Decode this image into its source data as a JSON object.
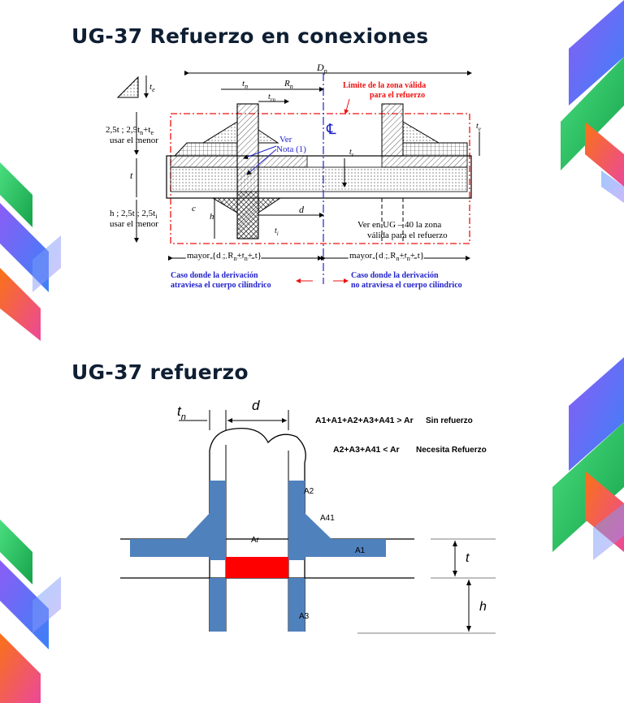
{
  "slide": {
    "title_top": "UG-37  Refuerzo en conexiones",
    "title_bottom": "UG-37 refuerzo"
  },
  "diagram_top": {
    "labels": {
      "dp": "D",
      "dp_sub": "p",
      "tn": "t",
      "tn_sub": "n",
      "rn": "R",
      "rn_sub": "n",
      "trn": "t",
      "trn_sub": "rn",
      "te_corner": "t",
      "te_corner_sub": "e",
      "te_right": "t",
      "te_right_sub": "e",
      "limite_1": "Limite de la zona válida",
      "limite_2": "para el refuerzo",
      "left_top_1": "2,5t ;  2,5t",
      "left_top_1b": "n",
      "left_top_1c": "+t",
      "left_top_1d": "e",
      "left_top_2": "usar el menor",
      "ver": "Ver",
      "nota": "Nota (1)",
      "cl": "℄",
      "t": "t",
      "tr": "t",
      "tr_sub": "r",
      "c": "c",
      "h_label": "h ;  2,5t ;  2,5t",
      "h_label_sub": "i",
      "h_label_2": "usar el menor",
      "h": "h",
      "d": "d",
      "ti": "t",
      "ti_sub": "i",
      "ver_ug_1": "Ver en UG – 40 la zona",
      "ver_ug_2": "válida para el refuerzo",
      "mayor_left": "mayor  {d ; R",
      "mayor_left_b": "n",
      "mayor_left_c": "+t",
      "mayor_left_d": "n",
      "mayor_left_e": "+ t}",
      "mayor_right": "mayor  {d ; R",
      "mayor_right_b": "n",
      "mayor_right_c": "+t",
      "mayor_right_d": "n",
      "mayor_right_e": "+ t}",
      "caso_left_1": "Caso donde la derivación",
      "caso_left_2": "atraviesa el cuerpo cilíndrico",
      "caso_right_1": "Caso donde la derivación",
      "caso_right_2": "no atraviesa el cuerpo cilíndrico"
    }
  },
  "diagram_bottom": {
    "labels": {
      "tn": "t",
      "tn_sub": "n",
      "d": "d",
      "eq1": "A1+A1+A2+A3+A41 > Ar",
      "eq1_result": "Sin refuerzo",
      "eq2": "A2+A3+A41 <  Ar",
      "eq2_result": "Necesita Refuerzo",
      "a2": "A2",
      "a41": "A41",
      "ar": "Ar",
      "a1": "A1",
      "t": "t",
      "h": "h",
      "a3": "A3"
    },
    "colors": {
      "area_blue": "#4f81bd",
      "area_red": "#ff0000"
    }
  },
  "decor": {
    "colors": [
      "#7c3aed",
      "#22c55e",
      "#ef4444",
      "#3b82f6",
      "#ec4899"
    ]
  }
}
